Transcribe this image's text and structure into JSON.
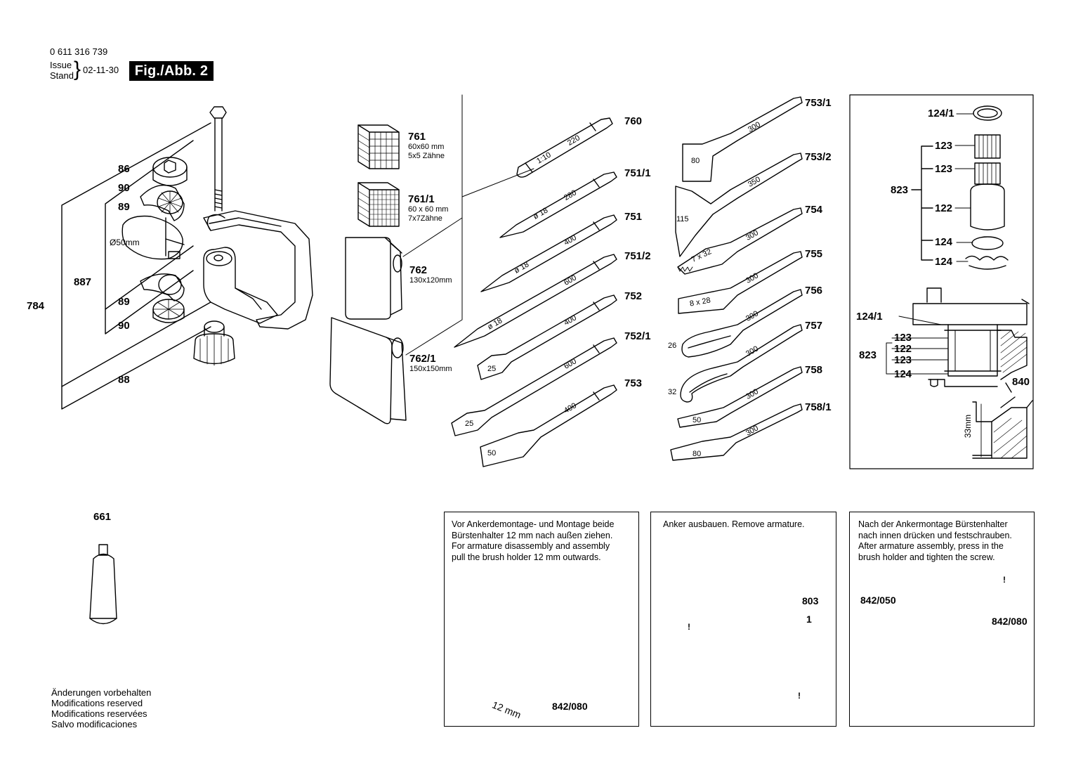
{
  "header": {
    "doc_number": "0 611 316 739",
    "issue_label": "Issue",
    "stand_label": "Stand",
    "date": "02-11-30",
    "figure": "Fig./Abb. 2"
  },
  "assembly_left": {
    "labels": [
      "86",
      "90",
      "89",
      "887",
      "784",
      "89",
      "90",
      "88"
    ],
    "diameter": "Ø50mm"
  },
  "pads": [
    {
      "num": "761",
      "line1": "60x60 mm",
      "line2": "5x5 Zähne"
    },
    {
      "num": "761/1",
      "line1": "60 x 60 mm",
      "line2": "7x7Zähne"
    },
    {
      "num": "762",
      "line1": "130x120mm",
      "line2": ""
    },
    {
      "num": "762/1",
      "line1": "150x150mm",
      "line2": ""
    }
  ],
  "chisels_mid": [
    {
      "num": "760",
      "len": "220",
      "extra": "1:10"
    },
    {
      "num": "751/1",
      "len": "280",
      "extra": "ø 18"
    },
    {
      "num": "751",
      "len": "400",
      "extra": "ø 18"
    },
    {
      "num": "751/2",
      "len": "600",
      "extra": "ø 18"
    },
    {
      "num": "752",
      "len": "400",
      "extra": "25"
    },
    {
      "num": "752/1",
      "len": "600",
      "extra": "25"
    },
    {
      "num": "753",
      "len": "400",
      "extra": "50"
    }
  ],
  "chisels_right": [
    {
      "num": "753/1",
      "len": "300",
      "extra": "80"
    },
    {
      "num": "753/2",
      "len": "350",
      "extra": "115"
    },
    {
      "num": "754",
      "len": "300",
      "extra": "7 x 32"
    },
    {
      "num": "755",
      "len": "300",
      "extra": "8 x 28"
    },
    {
      "num": "756",
      "len": "300",
      "extra": "26"
    },
    {
      "num": "757",
      "len": "300",
      "extra": "32"
    },
    {
      "num": "758",
      "len": "300",
      "extra": "50"
    },
    {
      "num": "758/1",
      "len": "300",
      "extra": "80"
    }
  ],
  "bearing_box": {
    "top": {
      "l1241": "124/1",
      "l123a": "123",
      "l123b": "123",
      "l823": "823",
      "l122": "122",
      "l124a": "124",
      "l124b": "124"
    },
    "bottom": {
      "l1241": "124/1",
      "l123a": "123",
      "l122": "122",
      "l823": "823",
      "l123b": "123",
      "l124": "124",
      "l840": "840",
      "l33": "33mm"
    }
  },
  "grease": {
    "num": "661"
  },
  "panels": [
    {
      "text": [
        "Vor Ankerdemontage- und Montage beide",
        "Bürstenhalter 12 mm nach außen ziehen.",
        "For armature disassembly and assembly",
        "pull the brush holder 12 mm outwards."
      ],
      "label_a": "842/080",
      "label_b": "12 mm"
    },
    {
      "text": [
        "Anker ausbauen. Remove armature."
      ],
      "label_a": "803",
      "label_b": "1"
    },
    {
      "text": [
        "Nach der Ankermontage Bürstenhalter",
        "nach innen drücken und festschrauben.",
        "After armature assembly, press in the",
        "brush holder and tighten the screw."
      ],
      "label_a": "842/050",
      "label_b": "842/080"
    }
  ],
  "footer": [
    "Änderungen vorbehalten",
    "Modifications reserved",
    "Modifications reservées",
    "Salvo modificaciones"
  ]
}
